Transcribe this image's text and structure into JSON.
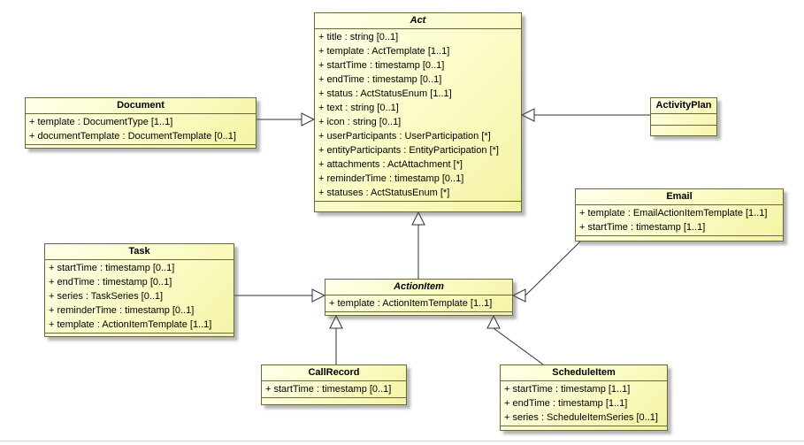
{
  "diagram": {
    "classes": [
      {
        "name": "Act",
        "abstract": true,
        "attributes": [
          "+ title : string [0..1]",
          "+ template : ActTemplate [1..1]",
          "+ startTime : timestamp [0..1]",
          "+ endTime : timestamp [0..1]",
          "+ status : ActStatusEnum [1..1]",
          "+ text : string [0..1]",
          "+ icon : string [0..1]",
          "+ userParticipants : UserParticipation [*]",
          "+ entityParticipants : EntityParticipation [*]",
          "+ attachments : ActAttachment [*]",
          "+ reminderTime : timestamp [0..1]",
          "+ statuses : ActStatusEnum [*]"
        ]
      },
      {
        "name": "Document",
        "abstract": false,
        "attributes": [
          "+ template : DocumentType [1..1]",
          "+ documentTemplate : DocumentTemplate [0..1]"
        ]
      },
      {
        "name": "ActivityPlan",
        "abstract": false,
        "attributes": []
      },
      {
        "name": "Email",
        "abstract": false,
        "attributes": [
          "+ template : EmailActionItemTemplate [1..1]",
          "+ startTime : timestamp [1..1]"
        ]
      },
      {
        "name": "Task",
        "abstract": false,
        "attributes": [
          "+ startTime : timestamp [0..1]",
          "+ endTime : timestamp [0..1]",
          "+ series : TaskSeries [0..1]",
          "+ reminderTime : timestamp [0..1]",
          "+ template : ActionItemTemplate [1..1]"
        ]
      },
      {
        "name": "ActionItem",
        "abstract": true,
        "attributes": [
          "+ template : ActionItemTemplate [1..1]"
        ]
      },
      {
        "name": "CallRecord",
        "abstract": false,
        "attributes": [
          "+ startTime : timestamp [0..1]"
        ]
      },
      {
        "name": "ScheduleItem",
        "abstract": false,
        "attributes": [
          "+ startTime : timestamp [1..1]",
          "+ endTime : timestamp [1..1]",
          "+ series : ScheduleItemSeries [0..1]"
        ]
      }
    ],
    "relationships": [
      {
        "from": "Document",
        "to": "Act",
        "type": "generalization"
      },
      {
        "from": "ActivityPlan",
        "to": "Act",
        "type": "generalization"
      },
      {
        "from": "ActionItem",
        "to": "Act",
        "type": "generalization"
      },
      {
        "from": "Task",
        "to": "ActionItem",
        "type": "generalization"
      },
      {
        "from": "Email",
        "to": "ActionItem",
        "type": "generalization"
      },
      {
        "from": "CallRecord",
        "to": "ActionItem",
        "type": "generalization"
      },
      {
        "from": "ScheduleItem",
        "to": "ActionItem",
        "type": "generalization"
      }
    ],
    "colors": {
      "class_fill": "#FCFCC8",
      "class_border": "#68683A",
      "connector": "#303030",
      "background": "#FFFFFF"
    }
  }
}
